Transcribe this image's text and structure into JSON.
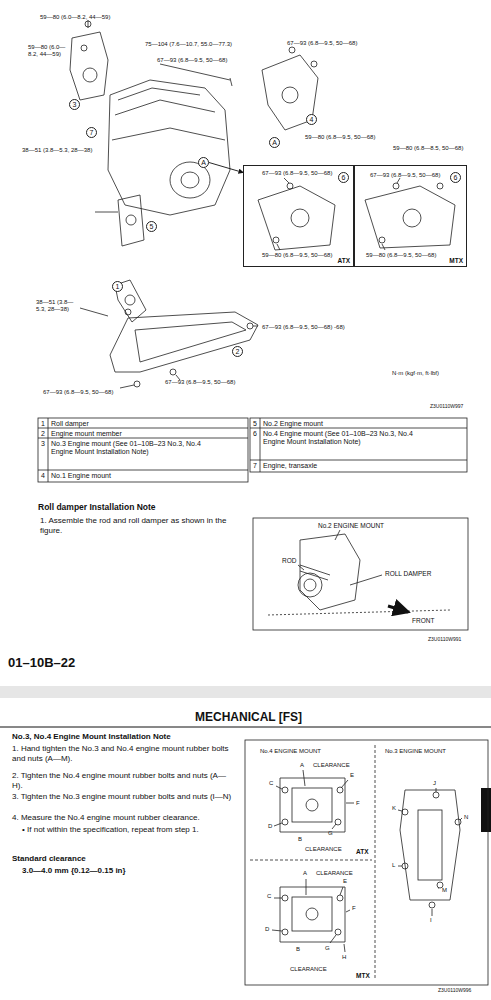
{
  "diagram": {
    "nodes": [
      {
        "text": [
          "3"
        ]
      },
      {
        "text": [
          "4"
        ]
      },
      {
        "text": [
          "A"
        ]
      },
      {
        "text": [
          "7"
        ]
      },
      {
        "text": [
          "A"
        ]
      },
      {
        "text": [
          "ATX"
        ]
      },
      {
        "text": [
          "6"
        ],
        "in": 5
      },
      {
        "text": [
          "MTX"
        ]
      },
      {
        "text": [
          "6"
        ],
        "in": 7
      },
      {
        "text": [
          "5"
        ]
      },
      {
        "text": [
          "1"
        ]
      },
      {
        "text": [
          "2"
        ]
      }
    ],
    "edges": [
      {
        "from": 4,
        "to": 5,
        "arrow": "to"
      }
    ],
    "labels": [
      "59—80 (6.0—8.2, 44—59)",
      "59—80 (6.0—8.2, 44—59)",
      "75—104 (7.6—10.7, 55.0—77.3)",
      "67—93 (6.8—9.5, 50—68)",
      "67—93 (6.8—9.5, 50—68)",
      "59—80 (6.8—9.5, 50—68)",
      "59—80 (6.8—8.5, 50—68)",
      "38—51 (3.8—5.3, 28—38)",
      "67—93 (6.8—9.5, 50—68)",
      "67—93 (6.8—9.5, 50—68)",
      "59—80 (6.8—9.5, 50—68)",
      "59—80 (6.8—9.5, 50—68)",
      "38—51 (3.8—5.3, 28—38)",
      "67—93 (6.8—9.5, 50—68) -68)",
      "N·m (kgf·m, ft·lbf)",
      "67—93 (6.8—9.5, 50—68)",
      "67—93 (6.8—9.5, 50—68)",
      "Z3U0110W997",
      "1",
      "Roll damper",
      "2",
      "Engine mount member",
      "3",
      "No.3 Engine mount (See 01–10B–23 No.3, No.4 Engine Mount Installation Note)",
      "4",
      "No.1 Engine mount",
      "5",
      "No.2 Engine mount",
      "6",
      "No.4 Engine mount (See 01–10B–23 No.3, No.4 Engine Mount Installation Note)",
      "7",
      "Engine, transaxle",
      "Roll damper Installation Note",
      "1. Assemble the rod and roll damper as shown in the figure.",
      "No.2 ENGINE MOUNT",
      "ROD",
      "ROLL DAMPER",
      "FRONT",
      "Z3U0110W991",
      "01–10B–22",
      "MECHANICAL [FS]",
      "No.3, No.4 Engine Mount Installation Note",
      "1. Hand tighten the No.3 and No.4 engine mount rubber bolts and nuts (A—M).",
      "2. Tighten the No.4 engine mount rubber bolts and nuts (A—H).",
      "3. Tighten the No.3 engine mount rubber bolts and nuts (I—N)",
      "4. Measure the No.4 engine mount rubber clearance.",
      "• If not within the specification, repeat from step 1.",
      "Standard clearance",
      "3.0—4.0 mm {0.12—0.15 in}",
      "No.4 ENGINE MOUNT",
      "No.3 ENGINE MOUNT",
      "A",
      "CLEARANCE",
      "E",
      "C",
      "F",
      "D",
      "G",
      "B",
      "CLEARANCE",
      "ATX",
      "A",
      "CLEARANCE",
      "E",
      "C",
      "F",
      "D",
      "G",
      "B",
      "H",
      "CLEARANCE",
      "MTX",
      "J",
      "K",
      "N",
      "L",
      "M",
      "I",
      "Z3U0110W996"
    ]
  }
}
